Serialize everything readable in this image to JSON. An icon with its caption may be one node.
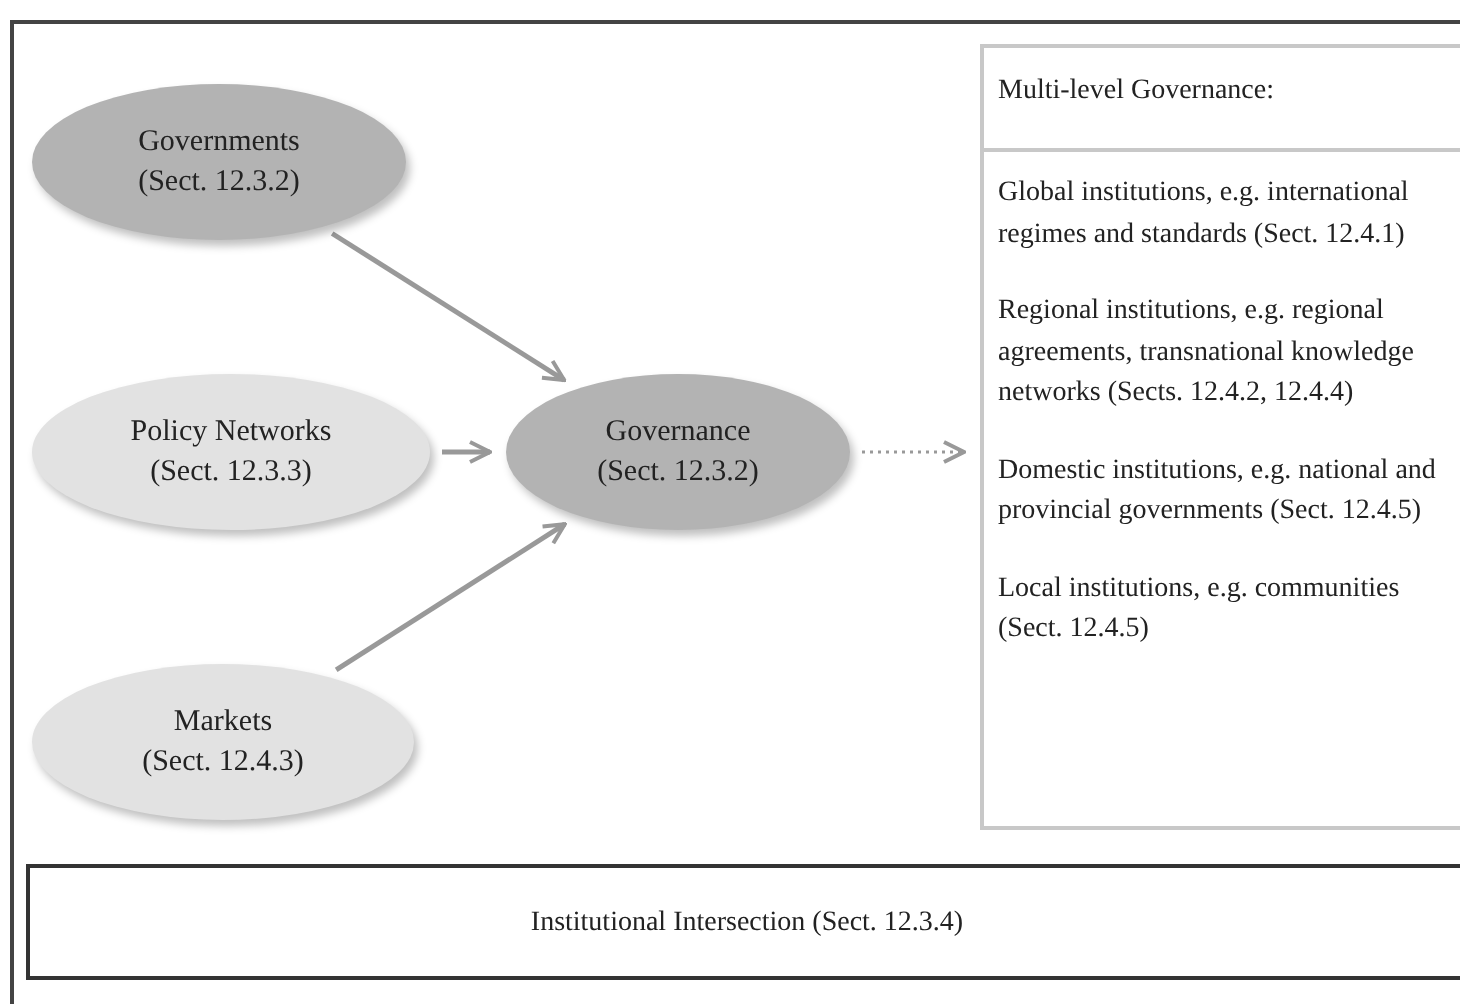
{
  "diagram": {
    "nodes": [
      {
        "text": [
          "Governments (Sect. 12.3.2)"
        ]
      },
      {
        "text": [
          "Policy Networks (Sect. 12.3.3)"
        ]
      },
      {
        "text": [
          "Markets (Sect. 12.4.3)"
        ]
      },
      {
        "text": [
          "Governance (Sect. 12.3.2)"
        ]
      },
      {
        "text": [
          "Multi-level Governance:",
          "Global institutions, e.g. international regimes and standards (Sect. 12.4.1)",
          "Regional institutions, e.g. regional agreements, transnational knowledge networks (Sects. 12.4.2, 12.4.4)",
          "Domestic institutions, e.g. national and provincial governments (Sect. 12.4.5)",
          "Local institutions, e.g. communities (Sect. 12.4.5)"
        ]
      },
      {
        "text": [
          "Institutional Intersection (Sect. 12.3.4)"
        ]
      }
    ],
    "edges": [
      {
        "from": 0,
        "to": 3,
        "arrow": "to"
      },
      {
        "from": 1,
        "to": 3,
        "arrow": "to"
      },
      {
        "from": 2,
        "to": 3,
        "arrow": "to"
      },
      {
        "from": 3,
        "to": 4,
        "arrow": "to",
        "style": "dashed"
      }
    ]
  }
}
